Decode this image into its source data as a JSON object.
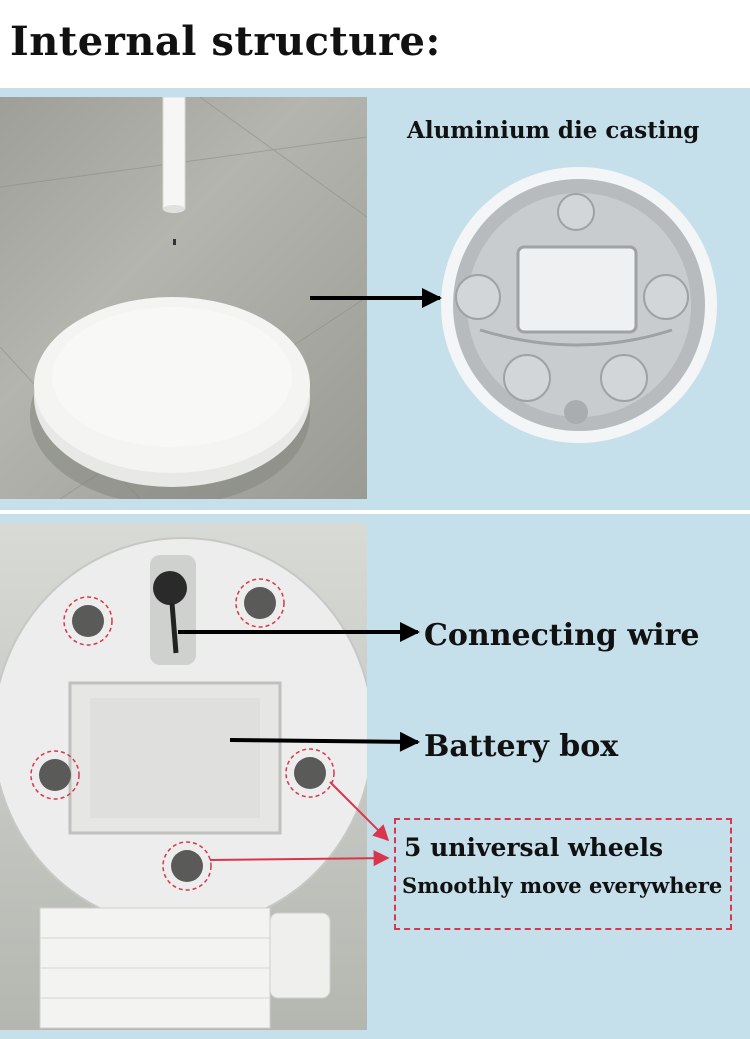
{
  "title": "Internal structure:",
  "labels": {
    "aluminium": "Aluminium die casting",
    "connecting_wire": "Connecting wire",
    "battery_box": "Battery box",
    "wheels_title": "5 universal wheels",
    "wheels_sub": "Smoothly move everywhere"
  },
  "colors": {
    "panel_bg": "#c5e0ea",
    "highlight": "#d9364d",
    "arrow": "#000000"
  }
}
